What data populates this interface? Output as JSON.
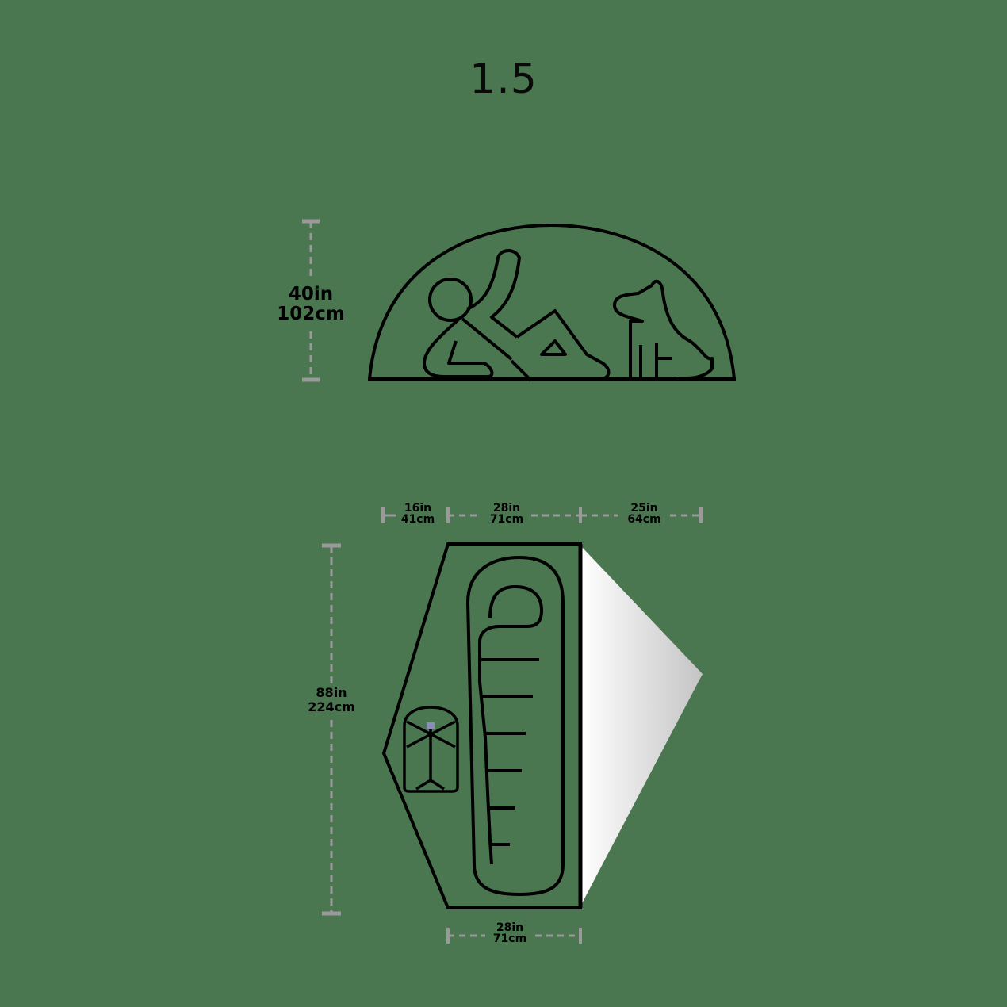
{
  "title": "1.5",
  "side_view": {
    "height_label": {
      "imperial": "40in",
      "metric": "102cm"
    },
    "figures": [
      "person-reclining",
      "dog-sitting"
    ]
  },
  "floor_plan": {
    "top_dims": [
      {
        "imperial": "16in",
        "metric": "41cm"
      },
      {
        "imperial": "28in",
        "metric": "71cm"
      },
      {
        "imperial": "25in",
        "metric": "64cm"
      }
    ],
    "length_label": {
      "imperial": "88in",
      "metric": "224cm"
    },
    "bottom_dim": {
      "imperial": "28in",
      "metric": "71cm"
    },
    "elements": [
      "tent-floor",
      "sleeping-bag",
      "backpack",
      "vestibule"
    ]
  },
  "colors": {
    "background": "#4a7650",
    "line": "#000000",
    "dimension": "#9a9a9a"
  }
}
